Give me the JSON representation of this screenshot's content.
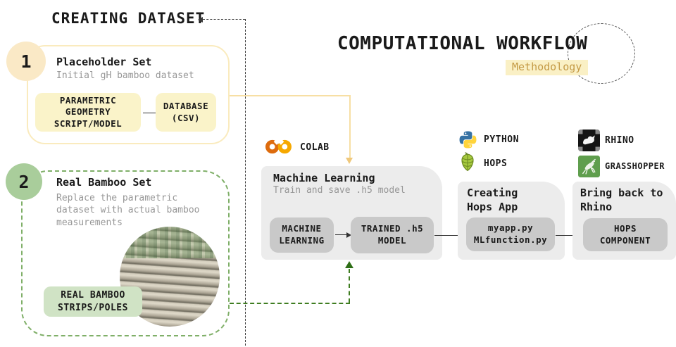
{
  "header": {
    "left_title": "CREATING DATASET",
    "right_title": "COMPUTATIONAL WORKFLOW",
    "right_subtitle": "Methodology"
  },
  "colors": {
    "accent_yellow_fill": "#FAF3C9",
    "accent_yellow_border": "#FAEBBE",
    "accent_green_circle": "#A9CD9B",
    "accent_green_border": "#7FAF68",
    "accent_green_label": "#D0E3C5",
    "connector_yellow": "#F7DFA4",
    "connector_green": "#3F7D21",
    "panel_gray": "#ECECEC",
    "node_gray": "#C9C9C9",
    "methodology_text": "#C49A45",
    "methodology_bg": "#FAF0C5"
  },
  "step1": {
    "number": "1",
    "title": "Placeholder Set",
    "subtitle": "Initial gH bamboo dataset",
    "node_parametric": "PARAMETRIC\nGEOMETRY\nSCRIPT/MODEL",
    "node_database": "DATABASE\n(CSV)"
  },
  "step2": {
    "number": "2",
    "title": "Real Bamboo Set",
    "subtitle": "Replace the parametric\ndataset with actual bamboo\nmeasurements",
    "label_real_bamboo": "REAL BAMBOO\nSTRIPS/POLES"
  },
  "ml_stage": {
    "tool_colab": "COLAB",
    "title": "Machine Learning",
    "subtitle": "Train and save .h5 model",
    "node_ml": "MACHINE\nLEARNING",
    "node_trained": "TRAINED .h5\nMODEL"
  },
  "hops_stage": {
    "tool_python": "PYTHON",
    "tool_hops": "HOPS",
    "title": "Creating\nHops App",
    "node_files": "myapp.py\nMLfunction.py"
  },
  "rhino_stage": {
    "tool_rhino": "RHINO",
    "tool_grasshopper": "GRASSHOPPER",
    "title": "Bring back to\nRhino",
    "node_component": "HOPS\nCOMPONENT"
  }
}
